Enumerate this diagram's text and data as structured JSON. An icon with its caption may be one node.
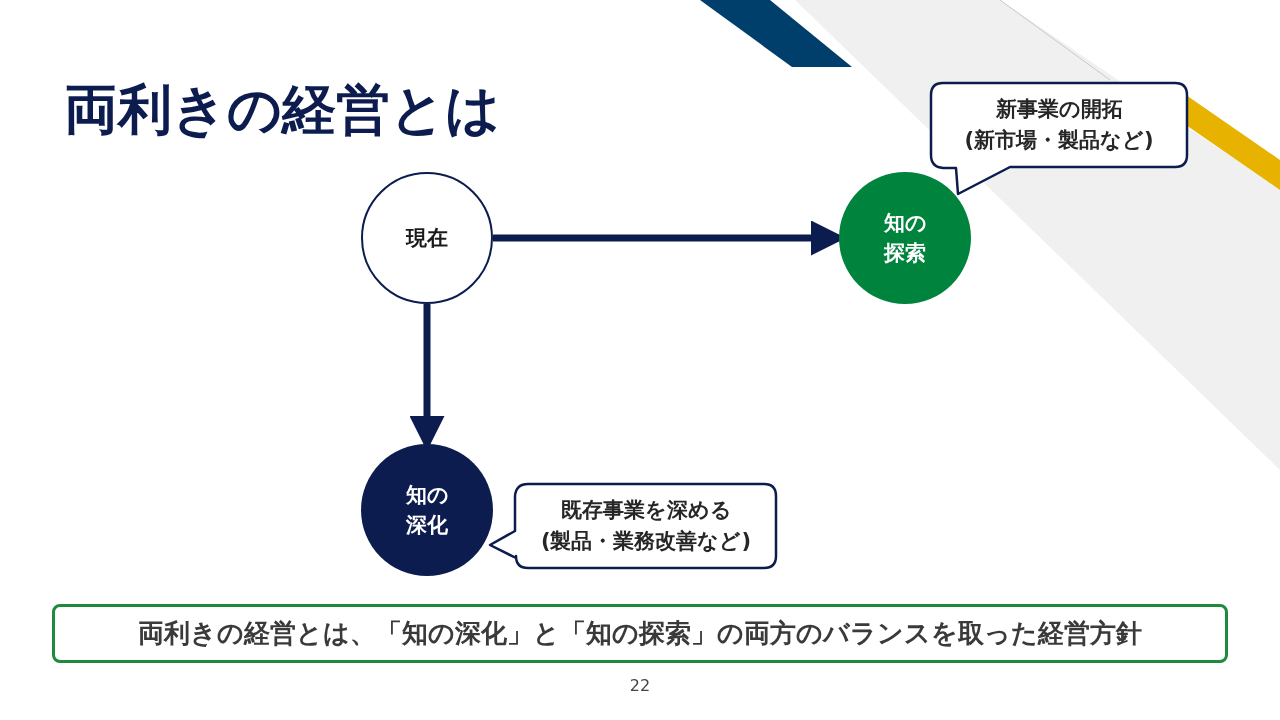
{
  "diagram": {
    "title": "両利きの経営とは",
    "nodes": [
      {
        "text": [
          "現在"
        ]
      },
      {
        "text": [
          "知の探索"
        ]
      },
      {
        "text": [
          "知の深化"
        ]
      },
      {
        "text": [
          "新事業の開拓",
          "(新市場・製品など)"
        ]
      },
      {
        "text": [
          "既存事業を深める",
          "(製品・業務改善など)"
        ]
      },
      {
        "text": [
          "両利きの経営とは、「知の深化」と「知の探索」の両方のバランスを取った経営方針"
        ]
      }
    ],
    "edges": [
      {
        "from": 0,
        "to": 1,
        "arrow": "to"
      },
      {
        "from": 0,
        "to": 2,
        "arrow": "to"
      }
    ],
    "labels": [
      "22"
    ]
  }
}
